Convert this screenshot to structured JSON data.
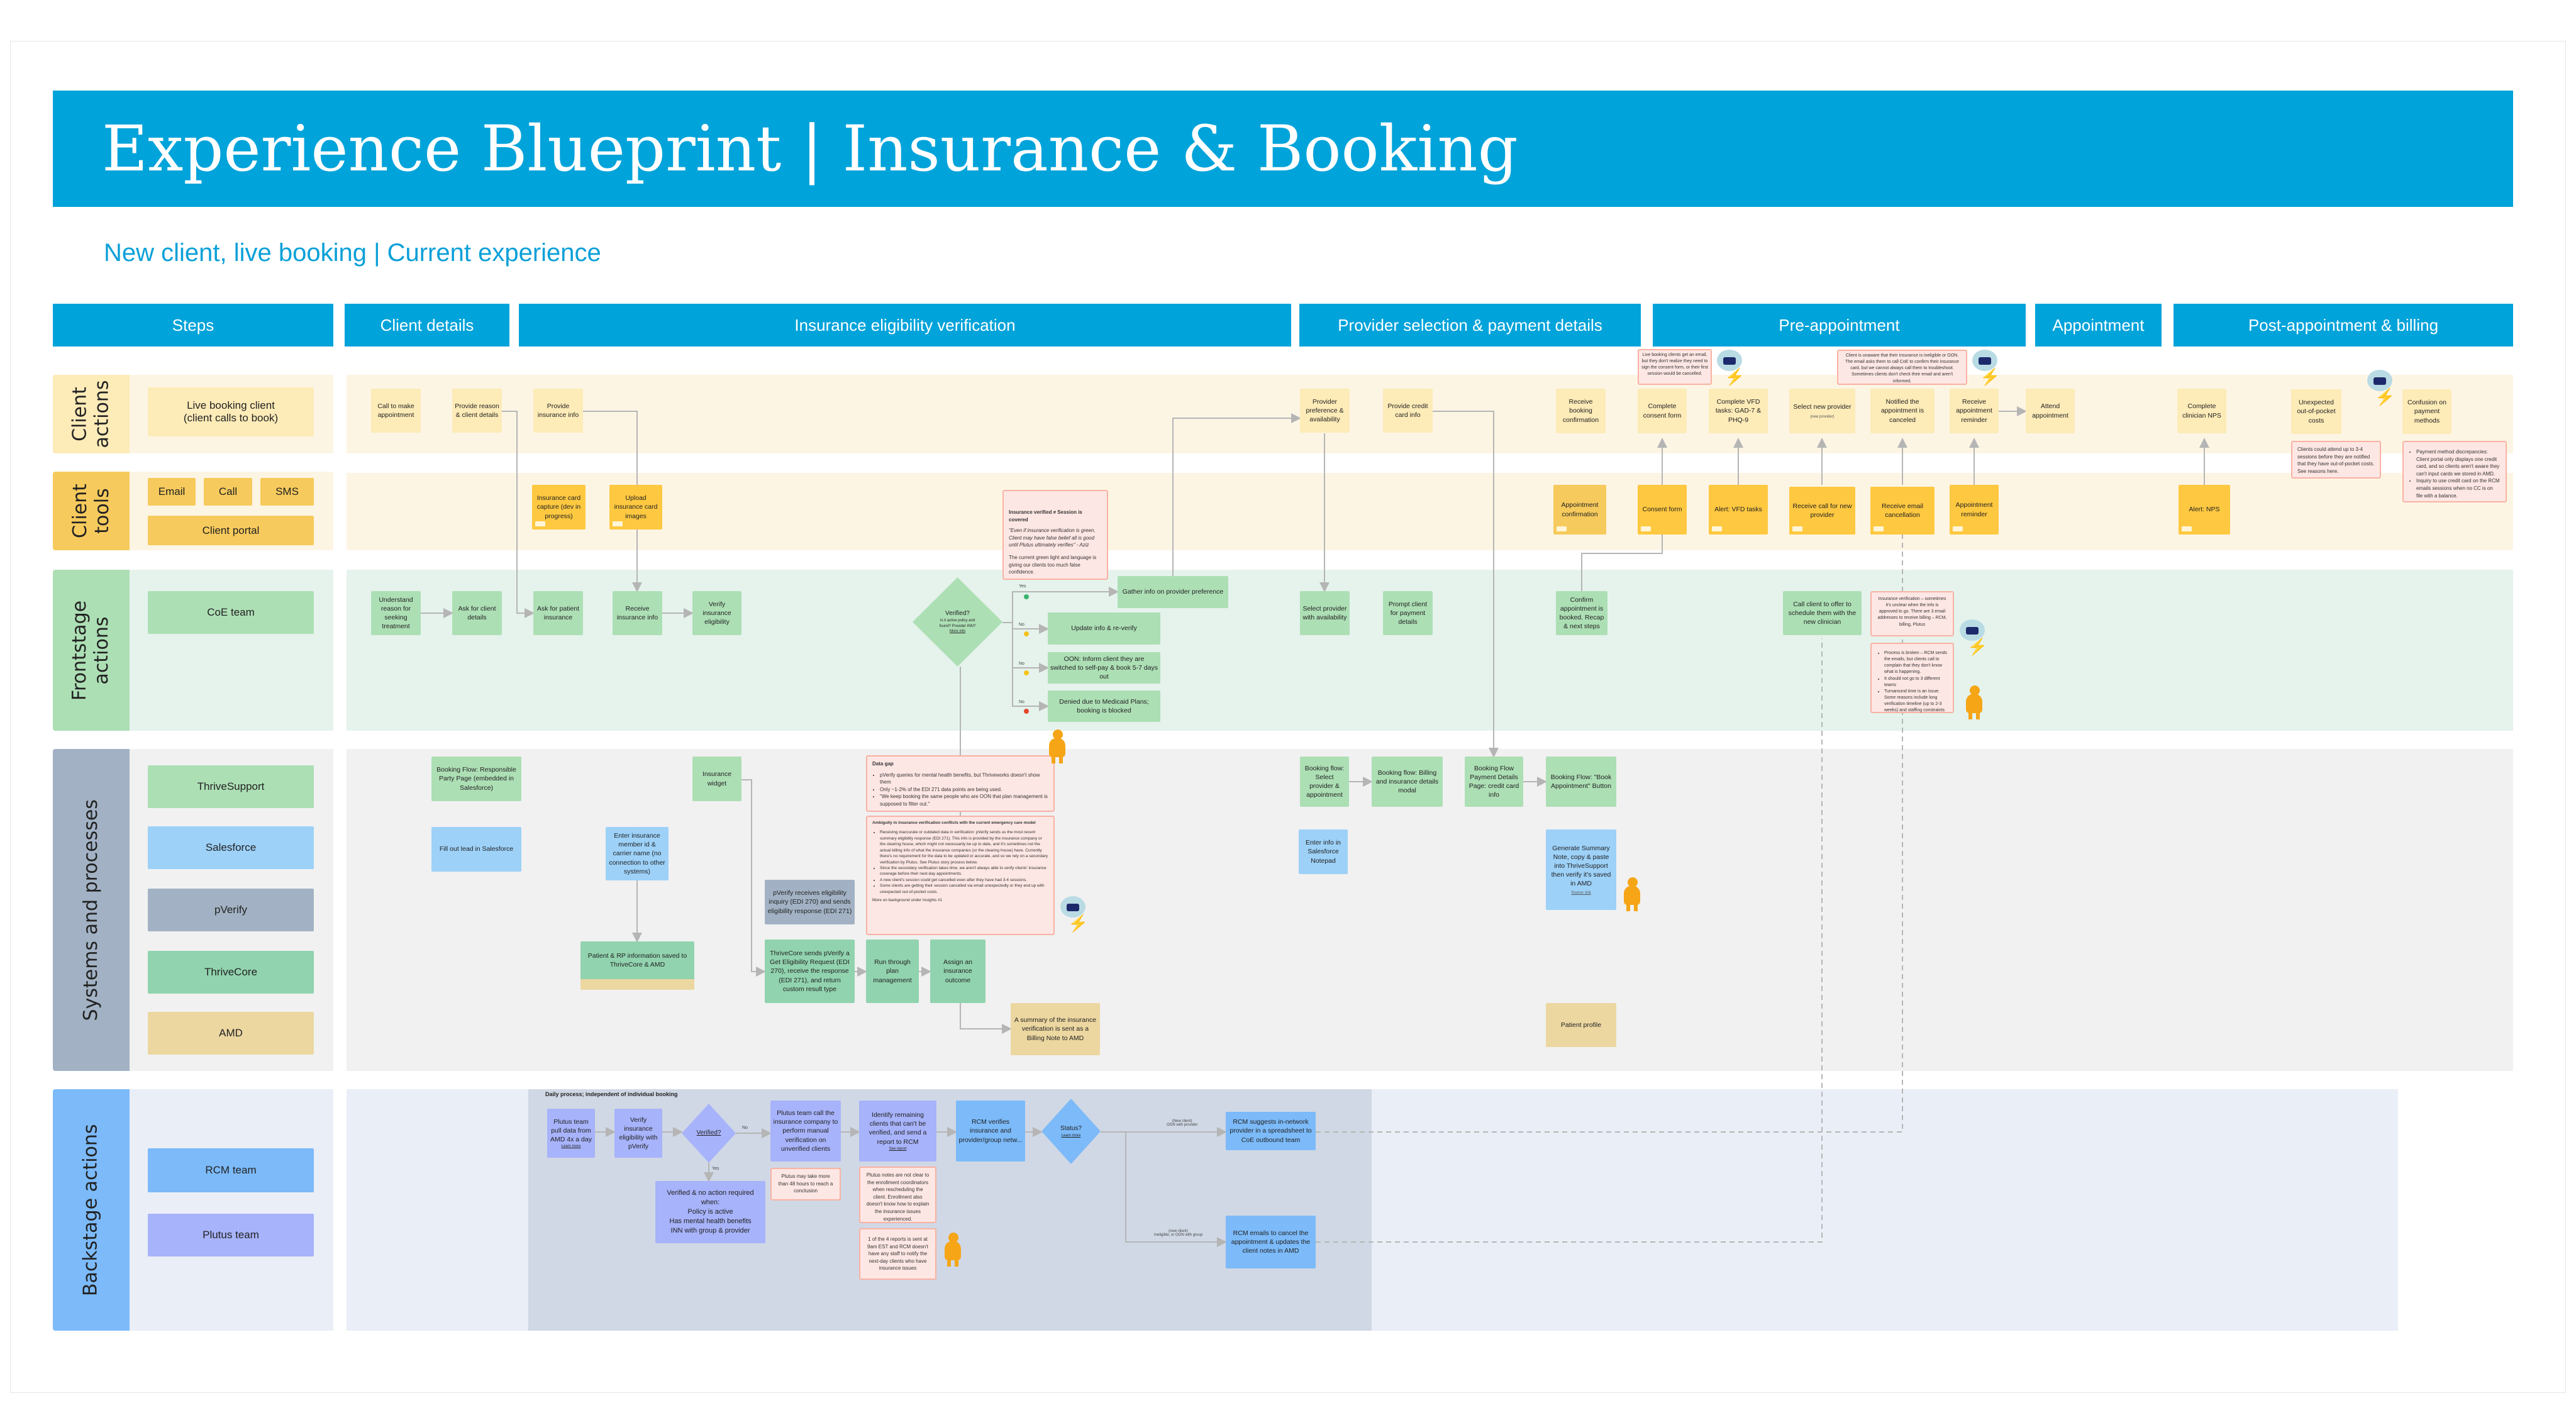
{
  "title": "Experience Blueprint | Insurance & Booking",
  "subtitle": "New client, live booking | Current experience",
  "steps": [
    "Steps",
    "Client details",
    "Insurance eligibility verification",
    "Provider selection & payment details",
    "Pre-appointment",
    "Appointment",
    "Post-appointment & billing"
  ],
  "lanes": {
    "client_actions": [
      "Client",
      "actions"
    ],
    "client_tools": [
      "Client",
      "tools"
    ],
    "frontstage": [
      "Frontstage",
      "actions"
    ],
    "systems": "Systems and processes",
    "backstage": "Backstage actions"
  },
  "categories": {
    "live_booking": [
      "Live booking client",
      "(client calls to book)"
    ],
    "email": "Email",
    "call": "Call",
    "sms": "SMS",
    "client_portal": "Client portal",
    "coe_team": "CoE team",
    "thrivesupport": "ThriveSupport",
    "salesforce": "Salesforce",
    "pverify": "pVerify",
    "thrivecore": "ThriveCore",
    "amd": "AMD",
    "rcm_team": "RCM team",
    "plutus_team": "Plutus team"
  },
  "client_actions": [
    "Call to make appointment",
    "Provide reason & client details",
    "Provide insurance info",
    "Provider preference & availability",
    "Provide credit card info",
    "Receive booking confirmation",
    "Complete consent form",
    "Complete VFD tasks: GAD-7 & PHQ-9",
    "Select new provider",
    "Notified the appointment is canceled",
    "Receive appointment reminder",
    "Attend appointment",
    "Complete clinician NPS",
    "Unexpected out-of-pocket costs",
    "Confusion on payment methods"
  ],
  "client_actions_sub": {
    "select_new_provider": "(new provider)"
  },
  "client_tools": [
    "Insurance card capture (dev in progress)",
    "Upload insurance card images",
    "Appointment confirmation",
    "Consent form",
    "Alert: VFD tasks",
    "Receive call for new provider",
    "Receive email cancellation",
    "Appointment reminder",
    "Alert: NPS"
  ],
  "frontstage": {
    "nodes": [
      "Understand reason for seeking treatment",
      "Ask for client details",
      "Ask for patient insurance",
      "Receive insurance info",
      "Verify insurance eligibility",
      "Gather info on provider preference",
      "Update info & re-verify",
      "OON: Inform client they are switched to self-pay & book 5-7 days out",
      "Denied due to Medicaid Plans; booking is blocked",
      "Select provider with availability",
      "Prompt client for payment details",
      "Confirm appointment is booked. Recap & next steps",
      "Call client to offer to schedule them with the new clinician"
    ],
    "decision": {
      "title": "Verified?",
      "detail": "Is it active policy and found? Provider INN?",
      "link": "More info"
    },
    "branches": [
      "Yes",
      "No",
      "No",
      "No"
    ]
  },
  "systems": [
    "Booking Flow: Responsible Party Page (embedded in Salesforce)",
    "Insurance widget",
    "Fill out lead in Salesforce",
    "Enter insurance member id & carrier name (no connection to other systems)",
    "Patient & RP information saved to ThriveCore & AMD",
    "pVerify receives eligibility inquiry (EDI 270) and sends eligibility response (EDI 271)",
    "ThriveCore sends pVerify a Get Eligibility Request (EDI 270), receive the response (EDI 271), and return custom result type",
    "Run through plan management",
    "Assign an insurance outcome",
    "A summary of the insurance verification is sent as a Billing Note to AMD",
    "Booking flow: Select provider & appointment",
    "Booking flow: Billing and insurance details modal",
    "Booking Flow Payment Details Page: credit card info",
    "Booking Flow: \"Book Appointment\" Button",
    "Enter info in Salesforce Notepad",
    "Generate Summary Note, copy & paste into ThriveSupport then verify it's saved in AMD",
    "Patient profile"
  ],
  "systems_sub": {
    "summary_source": "Source: link"
  },
  "backstage": {
    "label": "Daily process; independent of individual booking",
    "nodes": [
      "Plutus team pull data from AMD 4x a day",
      "Verify insurance eligibility with pVerify",
      "Plutus team call the insurance company to perform manual verification on unverified clients",
      "Identify remaining clients that can't be verified, and send a report to RCM",
      "RCM verifies insurance and provider/group netw...",
      "RCM suggests in-network provider in a spreadsheet to CoE outbound team",
      "RCM emails to cancel the appointment & updates the client notes in AMD"
    ],
    "verified_rules": [
      "Verified & no action required when:",
      "Policy is active",
      "Has mental health benefits",
      "INN with group & provider"
    ],
    "decision_verified": "Verified?",
    "decision_status": "Status?",
    "links": {
      "pull_data": "Learn more",
      "report": "See report",
      "status": "Learn more"
    },
    "labels": {
      "no": "No",
      "yes": "Yes",
      "oon_provider": [
        "(New client)",
        "OON with provider"
      ],
      "ineligible": [
        "(new client)",
        "Ineligible, or OON with group"
      ]
    },
    "notes": [
      "Plutus may take more than 48 hours to reach a conclusion",
      "Plutus notes are not clear to the enrollment coordinators when rescheduling the client. Enrollment also doesn't know how to explain the insurance issues experienced.",
      "1 of the 4 reports is sent at 9am EST and RCM doesn't have any staff to notify the next-day clients who have insurance issues"
    ]
  },
  "pain_points": {
    "consent": "Live booking clients get an email, but they don't realize they need to sign the consent form, or their first session would be cancelled.",
    "oon_email": "Client is unaware that their insurance is ineligible or OON. The email asks them to call CoE to confirm their insurance card, but we cannot always call them to troubleshoot. Sometimes clients don't check their email and aren't informed.",
    "out_of_pocket": "Clients could attend up to 3-4 sessions before they are notified that they have out-of-pocket costs. See reasons here.",
    "payment": [
      "Payment method discrepancies: Client portal only displays one credit card, and so clients aren't aware they can't input cards we stored in AMD.",
      "Inquiry to use credit card on the RCM emails sessions when no CC is on file with a balance."
    ],
    "false_confidence": {
      "title": "Insurance verified ≠ Session is covered",
      "quote": "\"Even if insurance verification is green, Client may have false belief all is good until Plutus ultimately verifies\" - Aziz",
      "body": "The current green light and language is giving our clients too much false confidence."
    },
    "data_gap": {
      "title": "Data gap",
      "items": [
        "pVerify queries for mental health benefits, but Thriveworks doesn't show them",
        "Only ~1-2% of the EDI 271 data points are being used.",
        "\"We keep booking the same people who are OON that plan management is supposed to filter out.\""
      ]
    },
    "ambiguity": {
      "title": "Ambiguity in insurance verification conflicts with the current emergency care model",
      "items": [
        "Receiving inaccurate or outdated data in verification: pVerify sends us the most recent summary eligibility response (EDI 271). This info is provided by the insurance company or the clearing house, which might not necessarily be up to date, and it's sometimes not the actual billing info of what the insurance companies (or the clearing house) have. Currently there's no requirement for the data to be updated or accurate, and so we rely on a secondary verification by Plutus. See Plutus story process below.",
        "Since the secondary verification takes time, we aren't always able to verify clients' insurance coverage before their next-day appointments.",
        "A new client's session could get cancelled even after they have had 3-4 sessions.",
        "Some clients are getting their session cancelled via email unexpectedly or they end up with unexpected out-of-pocket costs."
      ],
      "footer": "More on background under Insights #1"
    },
    "unclear_approval": "Insurance verification – sometimes it's unclear when the info is approved to go. There are 3 email addresses to receive billing – RCM, billing, Plutus",
    "broken_process": [
      "Process is broken – RCM sends the emails, but clients call to complain that they don't know what is happening.",
      "It should not go to 3 different teams",
      "Turnaround time is an issue. Some reasons include long verification timeline (up to 2-3 weeks) and staffing constraints"
    ]
  },
  "colors": {
    "accent": "#00A3DA",
    "note_bg": "#FDE7E4",
    "note_border": "#F9B2A3"
  }
}
